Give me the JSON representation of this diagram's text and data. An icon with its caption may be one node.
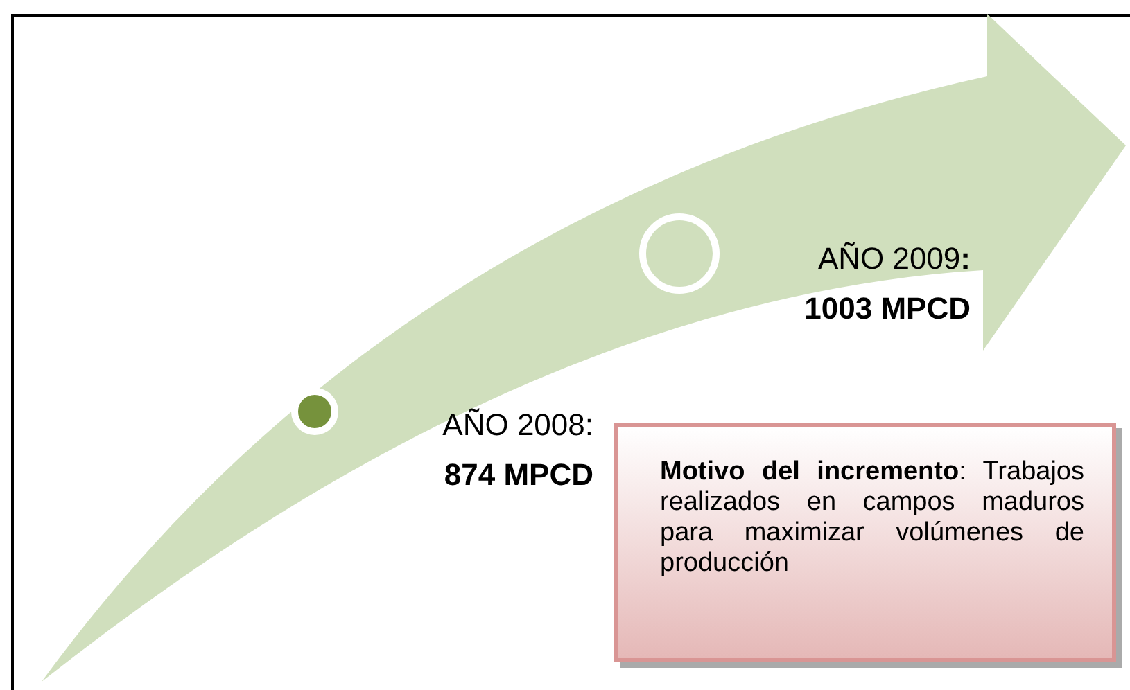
{
  "diagram": {
    "nodes": [
      {
        "text": [],
        "shape": "circle",
        "beside": [
          "AÑO 2008:",
          "874 MPCD"
        ]
      },
      {
        "text": [],
        "shape": "circle",
        "beside": [
          "AÑO 2009**:**",
          "1003 MPCD"
        ]
      },
      {
        "text": [
          "**Motivo del incremento**: Trabajos realizados en campos maduros para maximizar volúmenes de producción"
        ]
      }
    ],
    "edges": []
  }
}
